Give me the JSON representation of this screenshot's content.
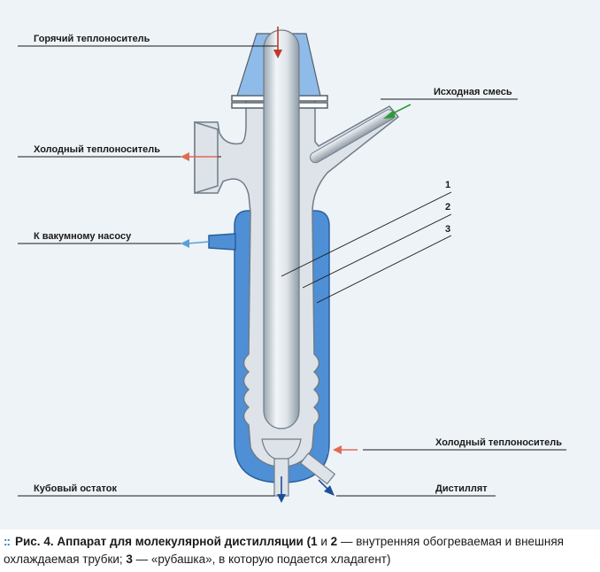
{
  "labels": {
    "hot_carrier": "Горячий теплоноситель",
    "feed_mix": "Исходная смесь",
    "cold_carrier_top": "Холодный теплоноситель",
    "vacuum_pump": "К вакумному насосу",
    "cold_carrier_bottom": "Холодный теплоноситель",
    "bottoms": "Кубовый остаток",
    "distillate": "Дистиллят"
  },
  "numbers": {
    "n1": "1",
    "n2": "2",
    "n3": "3"
  },
  "caption": {
    "bullet": "::",
    "fig": "Рис. 4.",
    "title": " Аппарат для молекулярной дистилляции (",
    "b1": "1",
    "and": " и ",
    "b2": "2",
    "dash1": " — внутренняя обогреваемая и внешняя охлаждаемая трубки; ",
    "b3": "3",
    "dash2": " — «рубашка», в которую подается хладагент)"
  },
  "colors": {
    "panel": "#eef3f7",
    "glass": "#dde3e8",
    "jacket": "#4f8fd6",
    "hot_top": "#8fbbe9",
    "red_arrow": "#e06a55",
    "blue_arrow": "#5aa0d8",
    "green_arrow": "#2f9a3a",
    "dark_arrow": "#1f4f99"
  }
}
